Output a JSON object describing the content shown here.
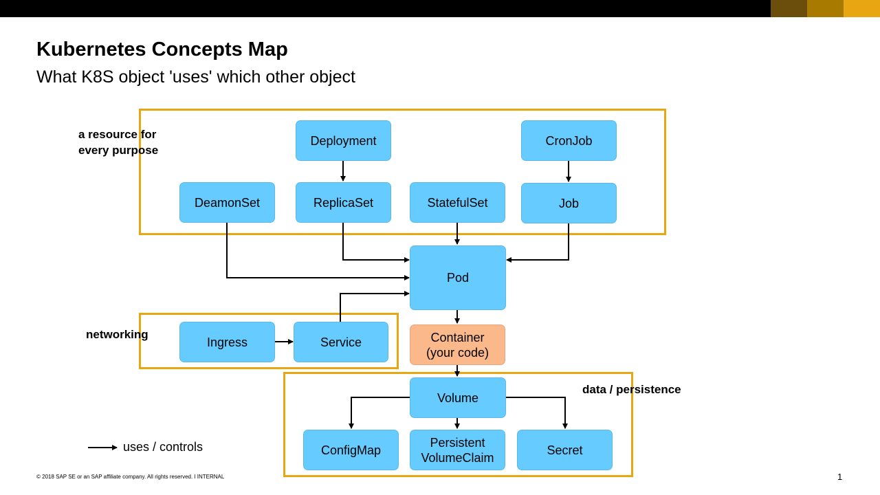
{
  "colors": {
    "node": "#66ccff",
    "container": "#fbb88b",
    "group_border": "#e8a712",
    "topbar": "#000000",
    "swatches": [
      "#6b4e0b",
      "#a87b00",
      "#e8a712"
    ]
  },
  "title": "Kubernetes Concepts Map",
  "subtitle": "What K8S object 'uses' which other object",
  "groups": {
    "resources": "a resource for\nevery purpose",
    "networking": "networking",
    "data": "data / persistence"
  },
  "nodes": {
    "deployment": "Deployment",
    "cronjob": "CronJob",
    "deamonset": "DeamonSet",
    "replicaset": "ReplicaSet",
    "statefulset": "StatefulSet",
    "job": "Job",
    "pod": "Pod",
    "ingress": "Ingress",
    "service": "Service",
    "container": "Container\n(your code)",
    "volume": "Volume",
    "configmap": "ConfigMap",
    "pvc": "Persistent\nVolumeClaim",
    "secret": "Secret"
  },
  "edges": [
    [
      "Deployment",
      "ReplicaSet"
    ],
    [
      "CronJob",
      "Job"
    ],
    [
      "DeamonSet",
      "Pod"
    ],
    [
      "ReplicaSet",
      "Pod"
    ],
    [
      "StatefulSet",
      "Pod"
    ],
    [
      "Job",
      "Pod"
    ],
    [
      "Service",
      "Pod"
    ],
    [
      "Ingress",
      "Service"
    ],
    [
      "Pod",
      "Container"
    ],
    [
      "Container",
      "Volume"
    ],
    [
      "Volume",
      "ConfigMap"
    ],
    [
      "Volume",
      "PersistentVolumeClaim"
    ],
    [
      "Volume",
      "Secret"
    ]
  ],
  "legend": "uses / controls",
  "footer": "© 2018 SAP SE or an SAP affiliate company. All rights reserved.  ǀ  INTERNAL",
  "page_number": "1"
}
